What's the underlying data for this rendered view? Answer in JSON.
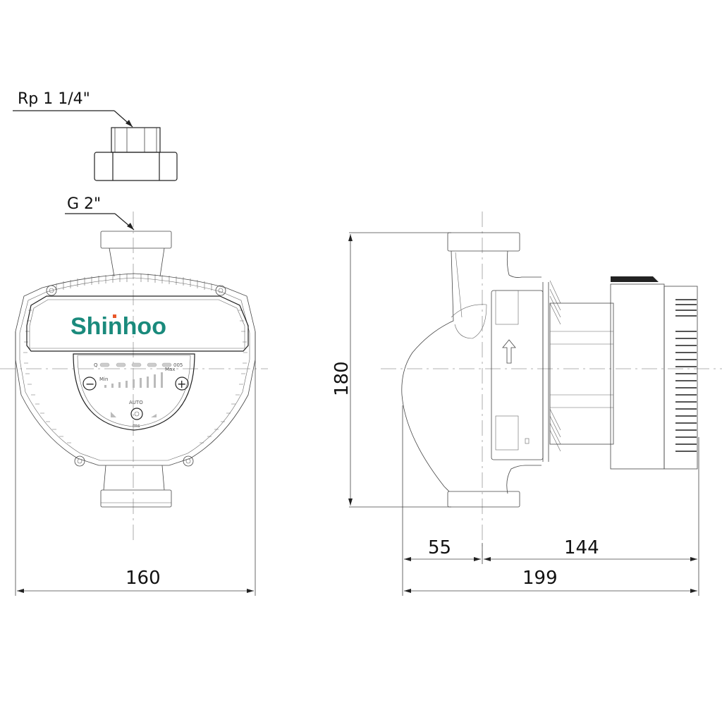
{
  "drawing": {
    "brand": "Shinhoo",
    "brand_color": "#1a8a7c",
    "brand_dot_color": "#e8572a",
    "line_color": "#222222"
  },
  "annotations": {
    "adapter_thread": "Rp 1 1/4\"",
    "pump_thread": "G 2\""
  },
  "front_view": {
    "width_dim": "160",
    "control_panel": {
      "auto_label": "AUTO",
      "min_label": "Min",
      "max_label": "Max",
      "minus_symbol": "−",
      "plus_symbol": "+",
      "led_left_label": "Q",
      "led_right_label": "005",
      "bottom_label": "ms"
    }
  },
  "side_view": {
    "height_dim": "180",
    "offset_dim": "55",
    "motor_dim": "144",
    "total_length_dim": "199"
  }
}
